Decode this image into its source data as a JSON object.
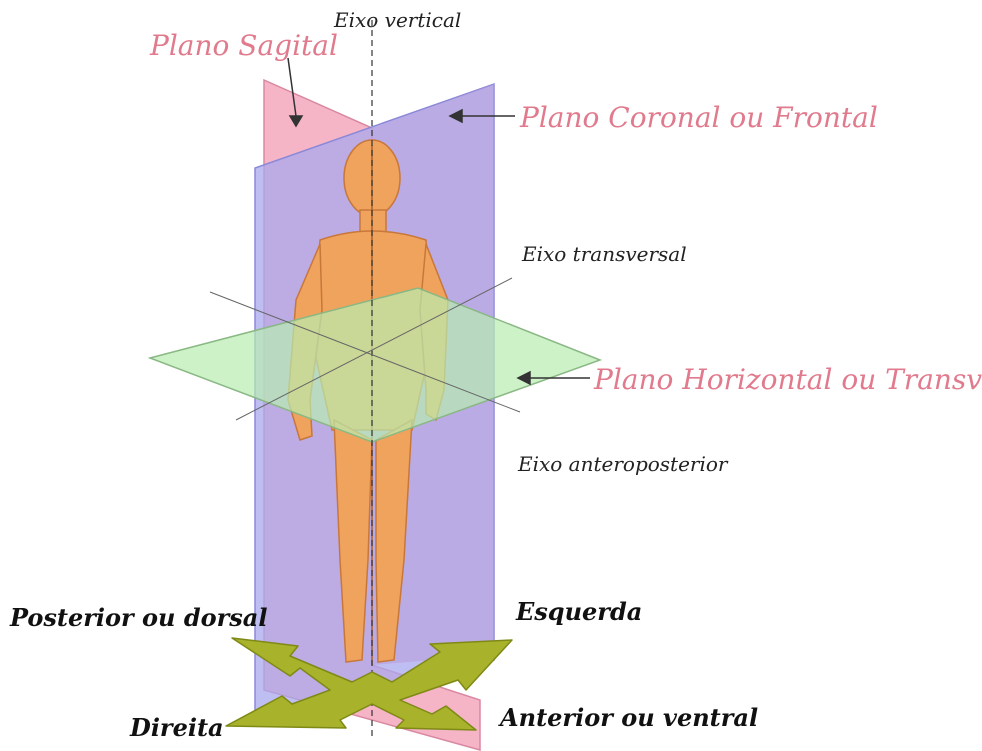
{
  "labels": {
    "sagittal_plane": "Plano Sagital",
    "vertical_axis": "Eixo vertical",
    "coronal_plane": "Plano Coronal ou Frontal",
    "transverse_axis": "Eixo transversal",
    "horizontal_plane": "Plano Horizontal ou Transverso",
    "anteroposterior_axis": "Eixo anteroposterior",
    "posterior": "Posterior ou dorsal",
    "left": "Esquerda",
    "right": "Direita",
    "anterior": "Anterior ou ventral"
  },
  "colors": {
    "sagittal_plane": "#f4a7bd",
    "coronal_plane": "#a9a8ee",
    "horizontal_plane": "#b8ecb0",
    "body": "#f0a35c",
    "arrows": "#a8b22a",
    "label_pink": "#e07a8c"
  }
}
